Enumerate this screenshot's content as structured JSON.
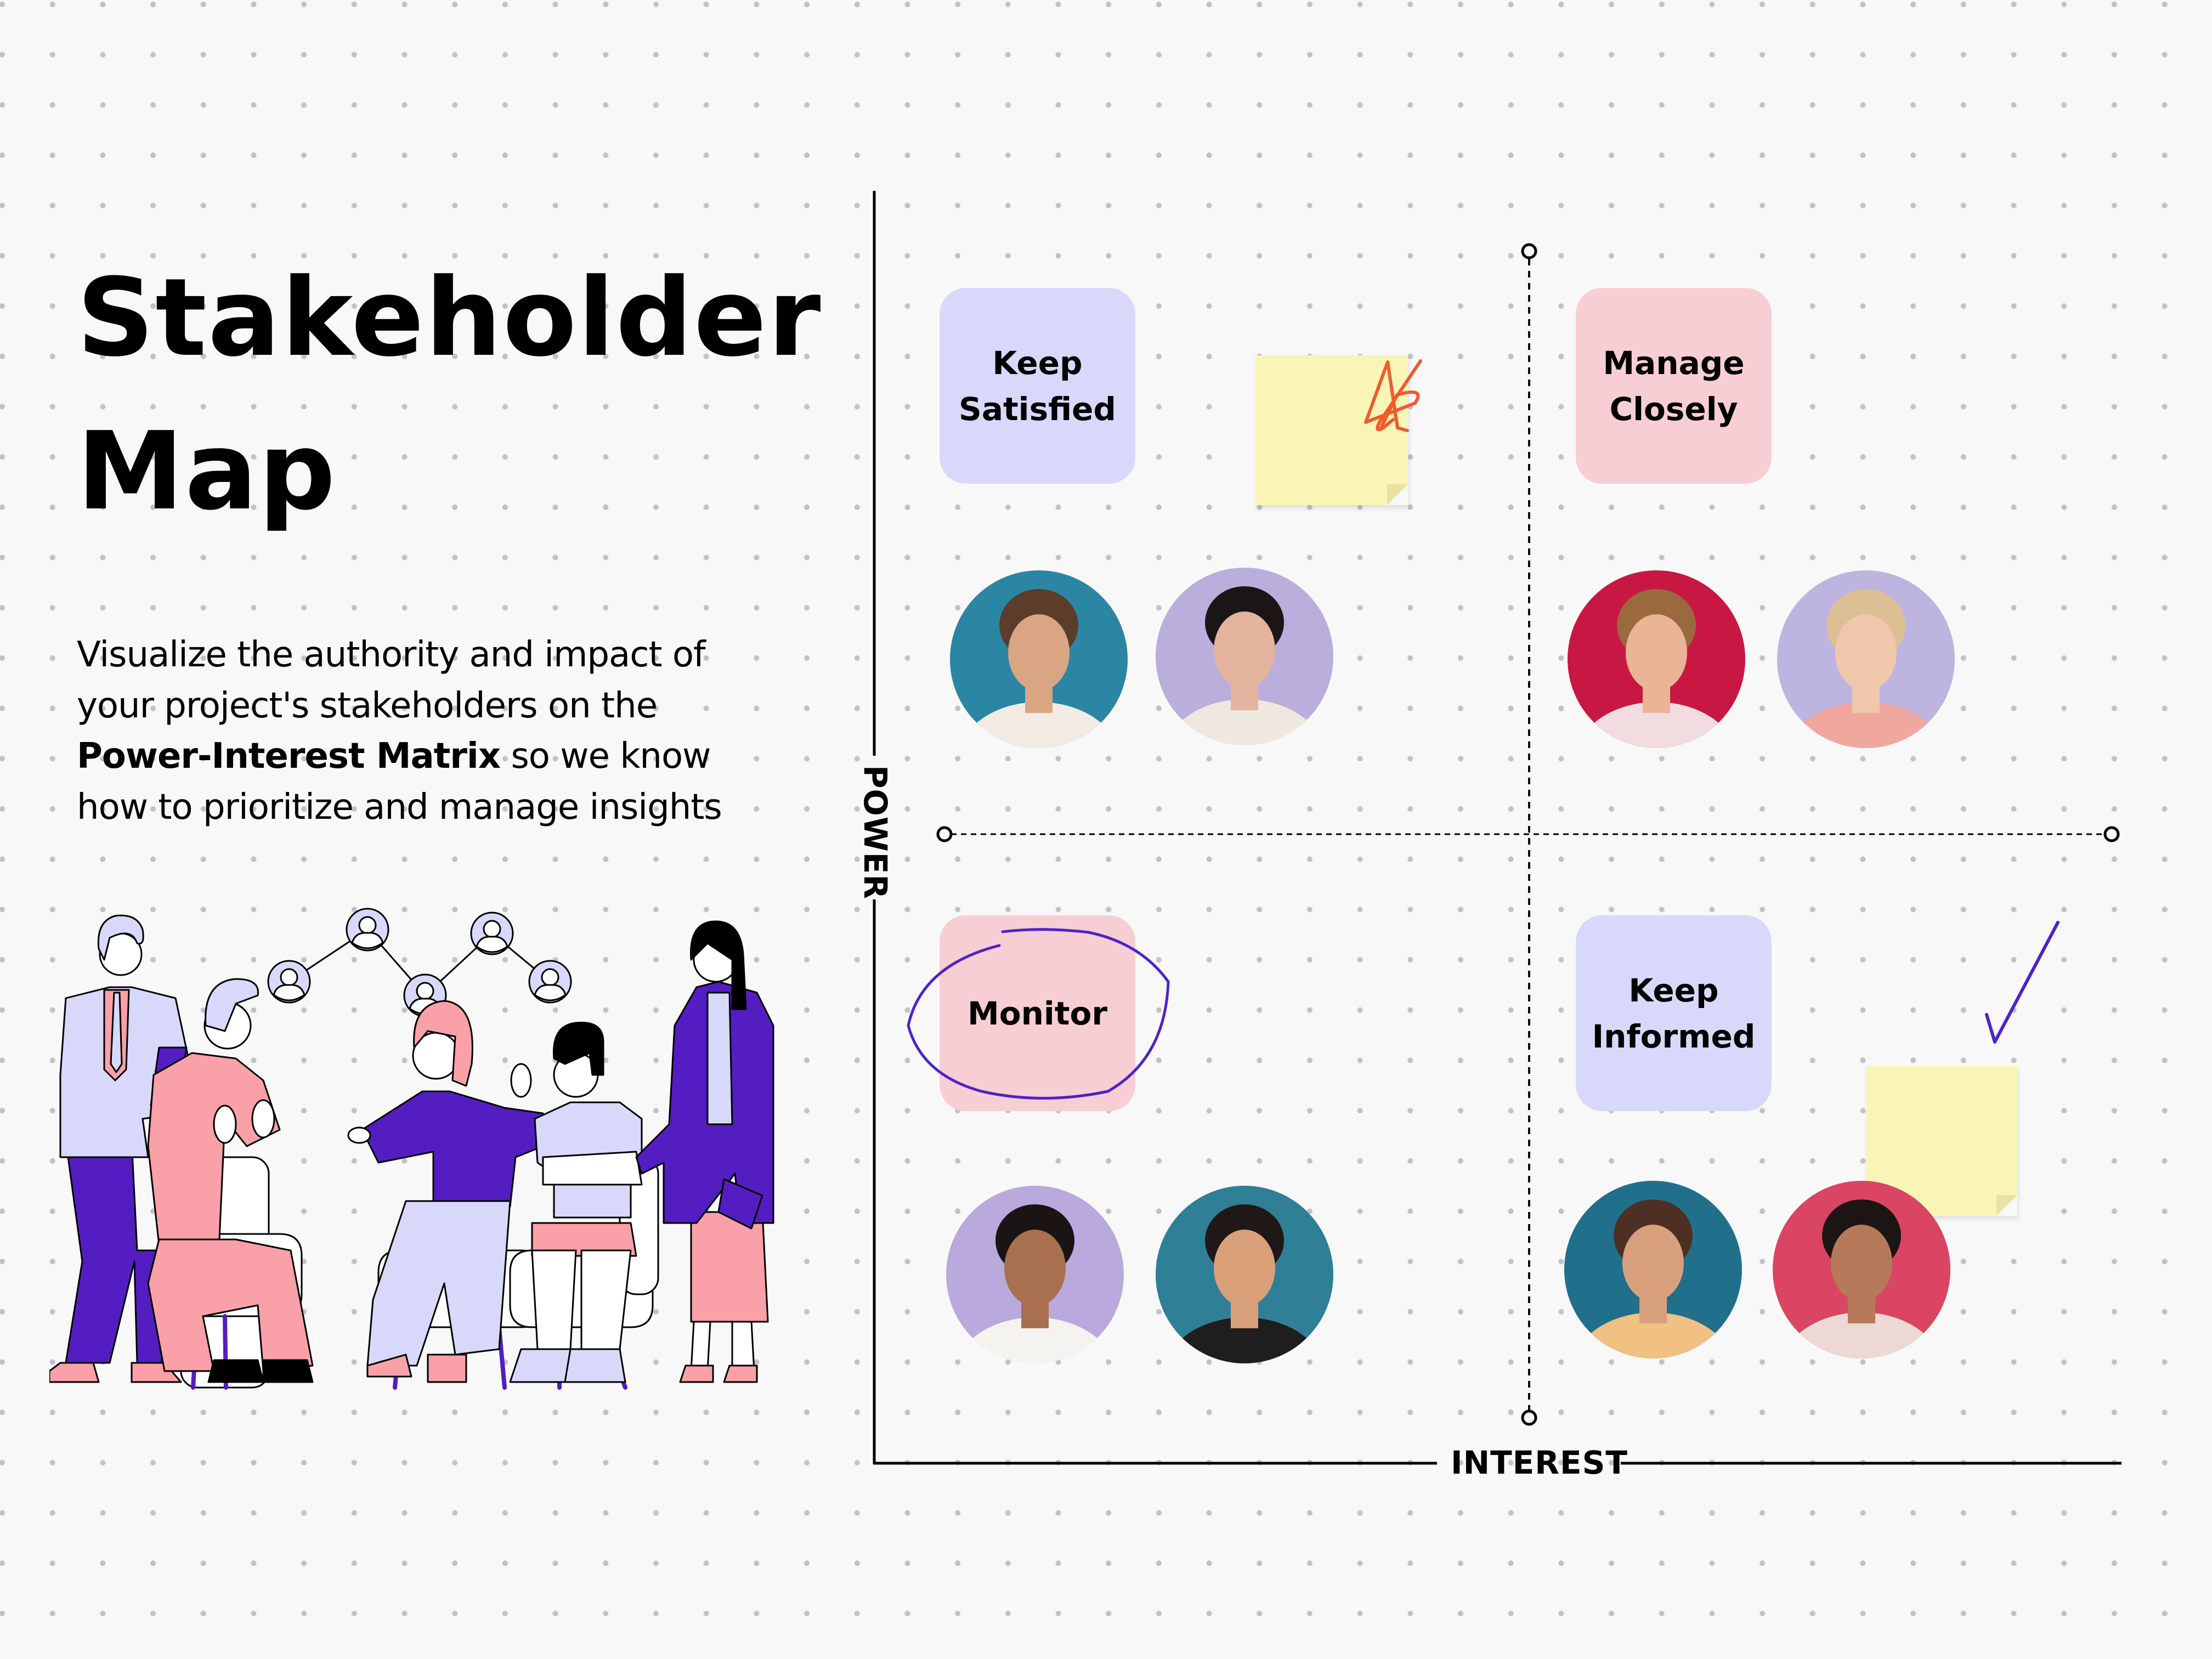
{
  "header": {
    "title_line1": "Stakeholder",
    "title_line2": "Map"
  },
  "description": {
    "part1": "Visualize the authority and impact of your project's stakeholders on the ",
    "bold": "Power-Interest Matrix",
    "part2": " so we know how to prioritize and manage insights"
  },
  "matrix": {
    "y_axis_label": "POWER",
    "x_axis_label": "INTEREST",
    "quadrants": [
      {
        "id": "keep-satisfied",
        "label": "Keep\nSatisfied",
        "color": "#d8d9fa",
        "position": "top-left"
      },
      {
        "id": "manage-closely",
        "label": "Manage\nClosely",
        "color": "#f7ced4",
        "position": "top-right"
      },
      {
        "id": "monitor",
        "label": "Monitor",
        "color": "#f7ced4",
        "position": "bottom-left"
      },
      {
        "id": "keep-informed",
        "label": "Keep\nInformed",
        "color": "#d8d9fa",
        "position": "bottom-right"
      }
    ],
    "stakeholders": [
      {
        "quadrant": "keep-satisfied",
        "bg": "#2a86a3",
        "skin": "#d9a583",
        "hair": "#5b3d2a",
        "shirt": "#f1ebe3"
      },
      {
        "quadrant": "keep-satisfied",
        "bg": "#b9aedc",
        "skin": "#e3b39e",
        "hair": "#1b1515",
        "shirt": "#efe8df"
      },
      {
        "quadrant": "manage-closely",
        "bg": "#c91744",
        "skin": "#e9b596",
        "hair": "#9a6a3e",
        "shirt": "#f3dcdf"
      },
      {
        "quadrant": "manage-closely",
        "bg": "#bdb4e0",
        "skin": "#f0c6ad",
        "hair": "#dcc093",
        "shirt": "#f0a89e"
      },
      {
        "quadrant": "monitor",
        "bg": "#b9a9dc",
        "skin": "#a8704e",
        "hair": "#1a1414",
        "shirt": "#f5f3ef"
      },
      {
        "quadrant": "monitor",
        "bg": "#2f7f96",
        "skin": "#d9a07a",
        "hair": "#201816",
        "shirt": "#1e1e1e"
      },
      {
        "quadrant": "keep-informed",
        "bg": "#20708c",
        "skin": "#d9a07e",
        "hair": "#4d3023",
        "shirt": "#f0c182"
      },
      {
        "quadrant": "keep-informed",
        "bg": "#d94562",
        "skin": "#b67a5a",
        "hair": "#1d1513",
        "shirt": "#ecd8d4"
      }
    ],
    "annotations": {
      "star_color": "#f15a2b",
      "circle_color": "#4f22c8",
      "check_color": "#4f22c8",
      "sticky_color": "#f8f5b7"
    }
  },
  "colors": {
    "background": "#f8f8f8",
    "dot": "#bfc3c8",
    "purple": "#541dc2",
    "pink": "#f9a0a8",
    "lavender": "#d8d9fa"
  }
}
